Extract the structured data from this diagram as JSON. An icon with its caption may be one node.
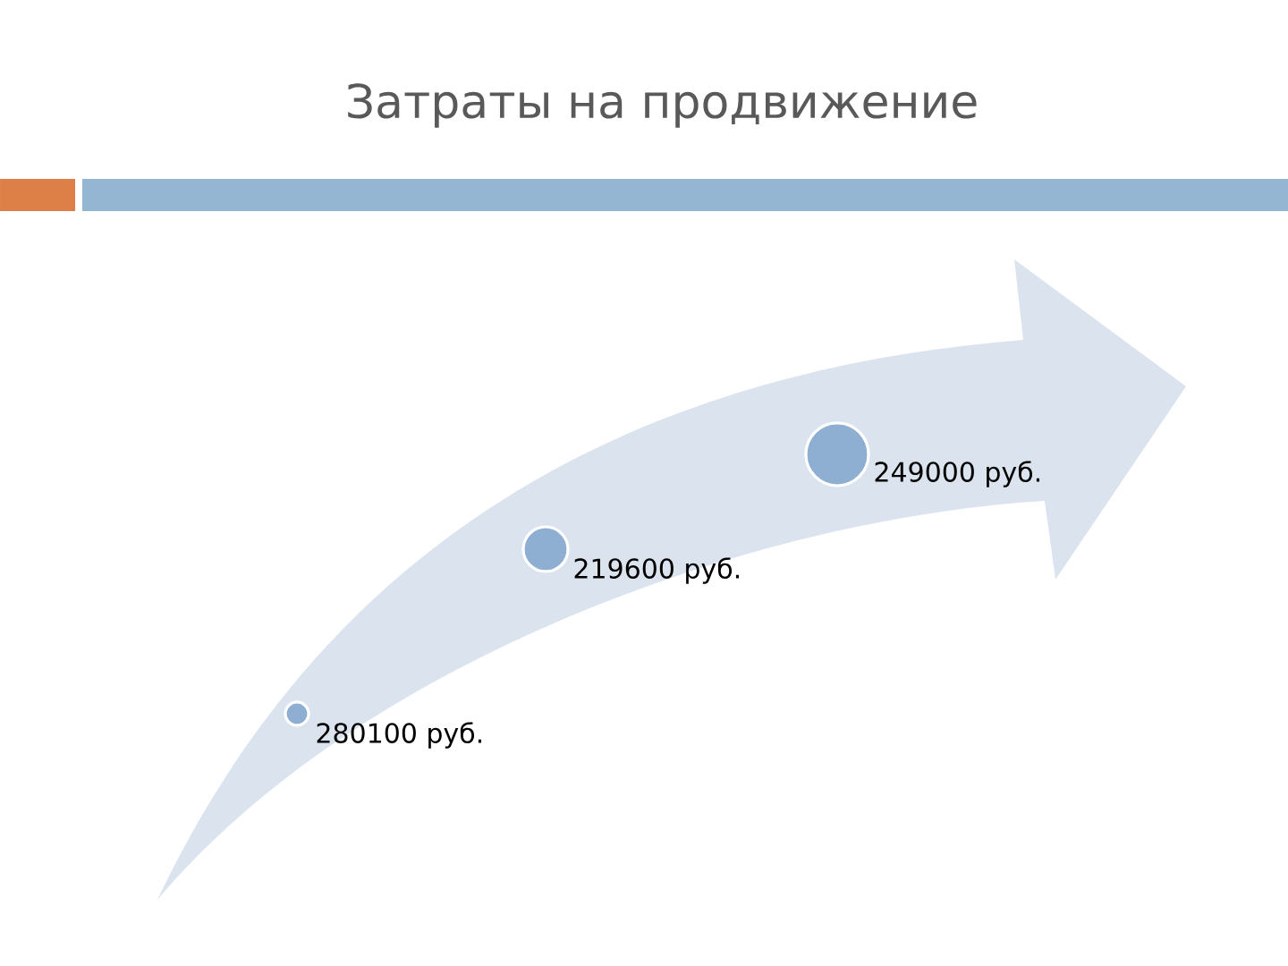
{
  "diagram": {
    "title": "Затраты на продвижение",
    "nodes": [
      {
        "text": [],
        "shape": "circle",
        "beside": [
          "280100 руб."
        ]
      },
      {
        "text": [],
        "shape": "circle",
        "beside": [
          "219600 руб."
        ]
      },
      {
        "text": [],
        "shape": "circle",
        "beside": [
          "249000 руб."
        ]
      }
    ]
  }
}
